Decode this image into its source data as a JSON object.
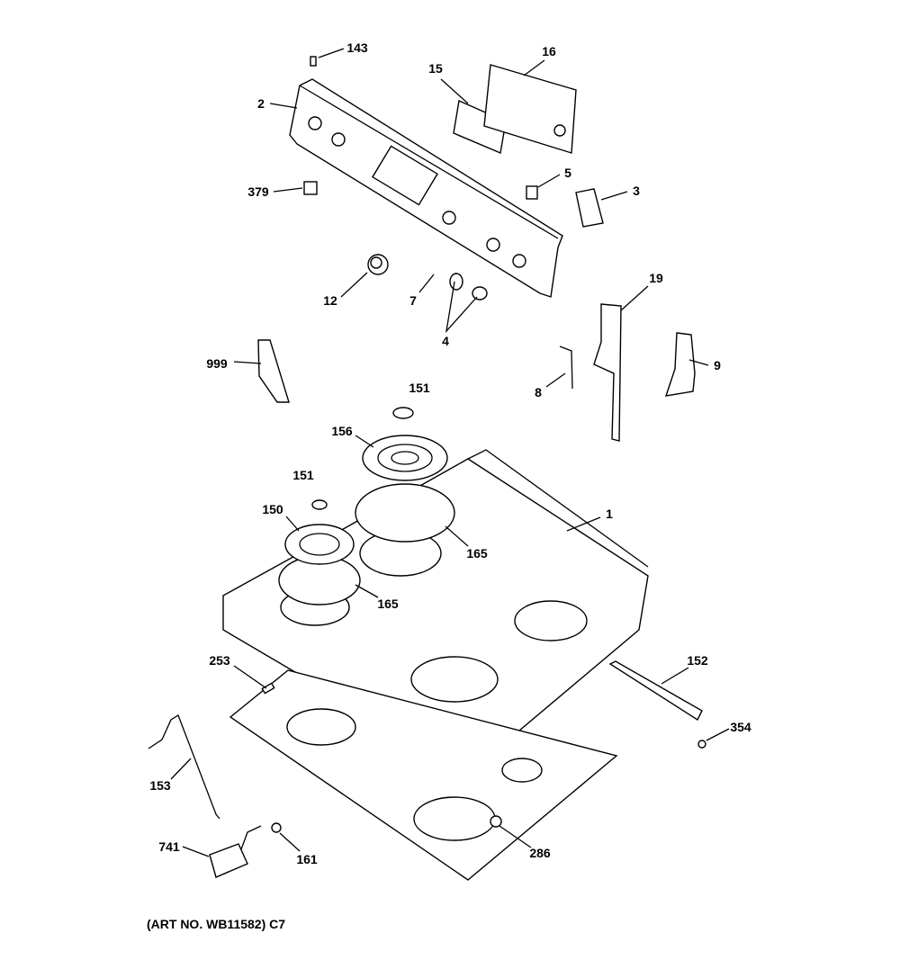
{
  "labels": [
    "143",
    "2",
    "15",
    "16",
    "379",
    "5",
    "3",
    "12",
    "7",
    "4",
    "19",
    "999",
    "9",
    "8",
    "151",
    "156",
    "151",
    "150",
    "1",
    "165",
    "165",
    "253",
    "152",
    "354",
    "153",
    "286",
    "741",
    "161"
  ],
  "footer": "(ART NO. WB11582) C7"
}
